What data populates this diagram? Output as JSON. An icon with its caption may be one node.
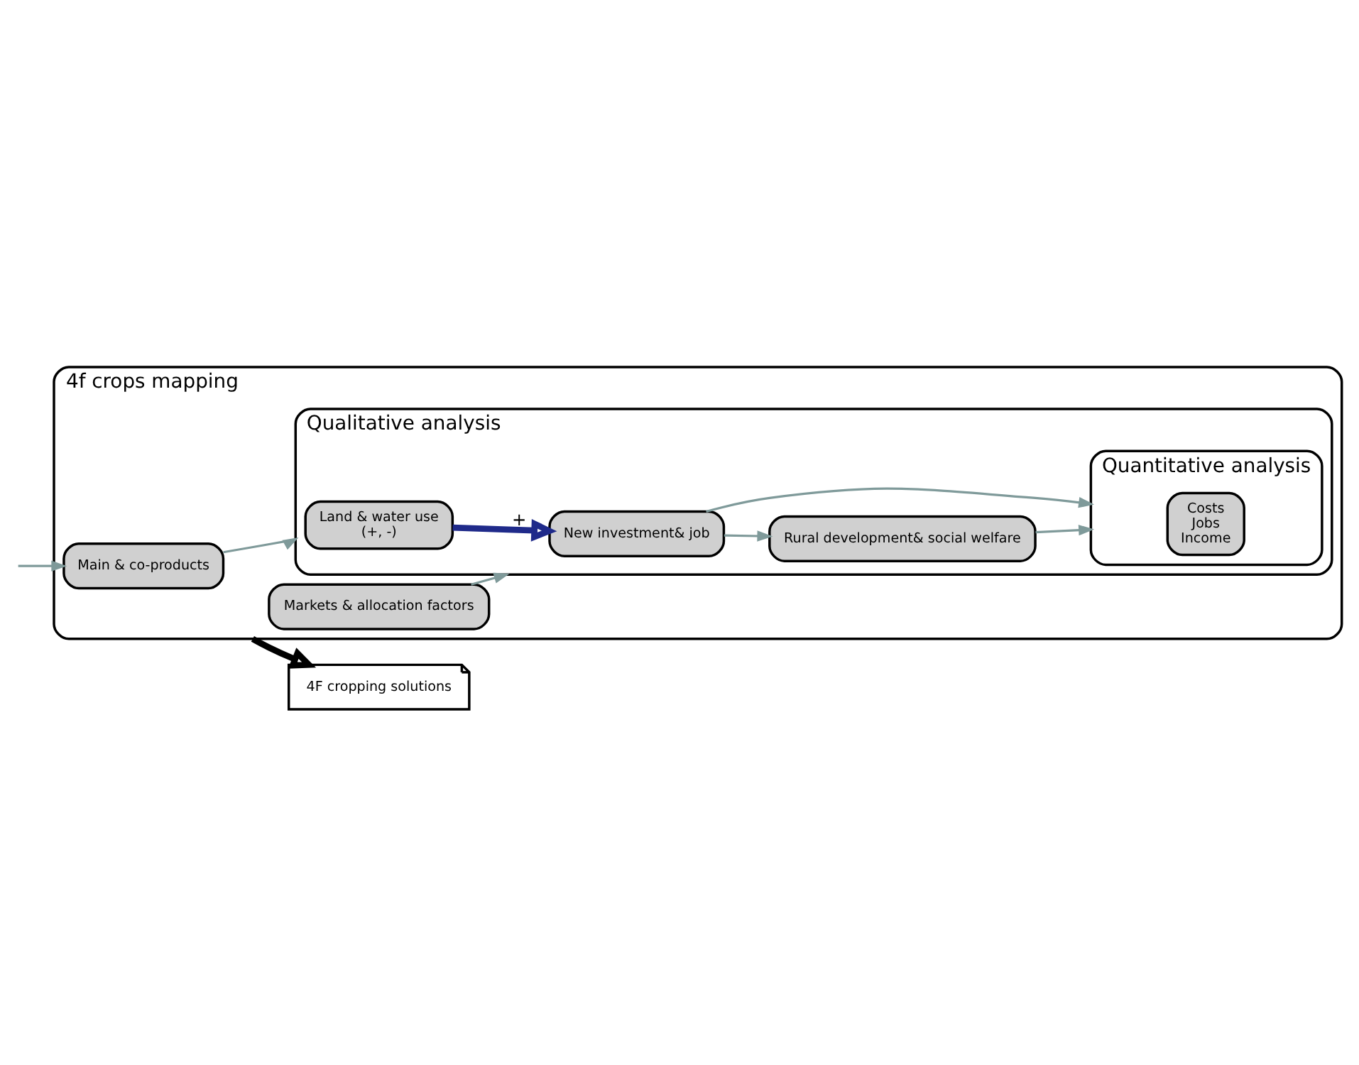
{
  "diagram": {
    "nodes": [
      {
        "text": [
          "4f crops mapping"
        ]
      },
      {
        "text": [
          "Main & co-products"
        ],
        "in": 0
      },
      {
        "text": [
          "Markets & allocation factors"
        ],
        "in": 0
      },
      {
        "text": [
          "Qualitative analysis"
        ],
        "in": 0
      },
      {
        "text": [
          "Land & water use",
          "(+, -)"
        ],
        "in": 3
      },
      {
        "text": [
          "New investment& job"
        ],
        "in": 3
      },
      {
        "text": [
          "Rural development& social welfare"
        ],
        "in": 3
      },
      {
        "text": [
          "Quantitative analysis"
        ],
        "in": 3
      },
      {
        "text": [
          "Costs",
          "Jobs",
          "Income"
        ],
        "in": 7
      },
      {
        "text": [
          "4F cropping solutions"
        ]
      }
    ],
    "edges": [
      {
        "from": null,
        "to": 1,
        "arrow": "to"
      },
      {
        "from": 1,
        "to": 3,
        "arrow": "to"
      },
      {
        "from": 2,
        "to": 3,
        "arrow": "to"
      },
      {
        "from": 4,
        "to": 5,
        "arrow": "to",
        "label": "+",
        "style": "thick",
        "color": "#1f2a8a"
      },
      {
        "from": 5,
        "to": 6,
        "arrow": "to"
      },
      {
        "from": 5,
        "to": 7,
        "arrow": "to"
      },
      {
        "from": 6,
        "to": 7,
        "arrow": "to"
      },
      {
        "from": 0,
        "to": 9,
        "arrow": "to",
        "style": "thick",
        "color": "#000000"
      }
    ]
  }
}
